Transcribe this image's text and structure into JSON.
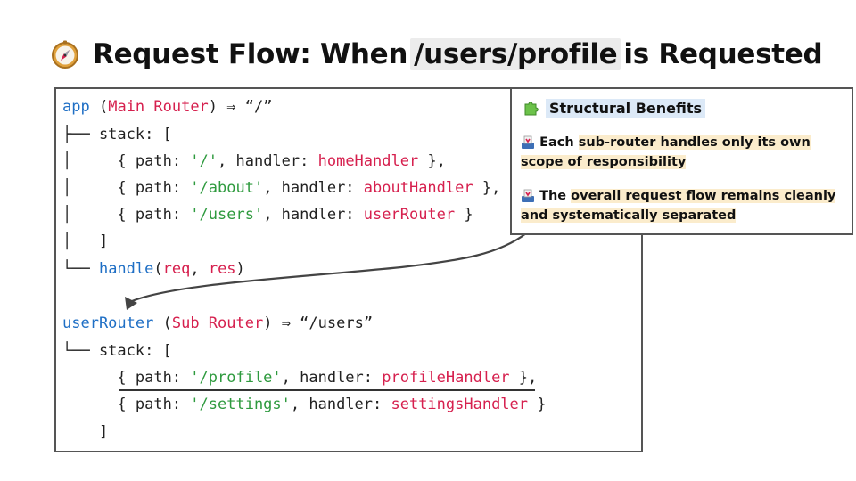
{
  "title": {
    "prefix": "Request Flow: When",
    "path": "/users/profile",
    "suffix": "is Requested",
    "icon": "compass-icon"
  },
  "code": {
    "app_line": {
      "name": "app",
      "paren_open": " (",
      "label": "Main Router",
      "paren_close": ")",
      "arrow": " ⇒ ",
      "route": "“/”"
    },
    "app_stack_open": "├── stack: [",
    "app_routes": [
      {
        "prefix": "│     { path: ",
        "path": "'/'",
        "mid": ", handler: ",
        "handler": "homeHandler",
        "suffix": " },"
      },
      {
        "prefix": "│     { path: ",
        "path": "'/about'",
        "mid": ", handler: ",
        "handler": "aboutHandler",
        "suffix": " },"
      },
      {
        "prefix": "│     { path: ",
        "path": "'/users'",
        "mid": ", handler: ",
        "handler": "userRouter",
        "suffix": " }"
      }
    ],
    "app_stack_close": "│   ]",
    "handle_line": {
      "prefix": "└── ",
      "fn": "handle",
      "paren_open": "(",
      "arg1": "req",
      "sep": ", ",
      "arg2": "res",
      "paren_close": ")"
    },
    "sub_line": {
      "name": "userRouter",
      "paren_open": " (",
      "label": "Sub Router",
      "paren_close": ")",
      "arrow": " ⇒ ",
      "route": "“/users”"
    },
    "sub_stack_open": "└── stack: [",
    "sub_routes": [
      {
        "prefix": "      { path: ",
        "path": "'/profile'",
        "mid": ", handler: ",
        "handler": "profileHandler",
        "suffix": " },"
      },
      {
        "prefix": "      { path: ",
        "path": "'/settings'",
        "mid": ", handler: ",
        "handler": "settingsHandler",
        "suffix": " }"
      }
    ],
    "sub_stack_close": "    ]"
  },
  "benefits": {
    "icon": "puzzle-piece-icon",
    "title": "Structural Benefits",
    "items": [
      {
        "icon": "inbox-tray-icon",
        "pre": "Each ",
        "hl1": "sub-router handles only its own",
        "hl2": "scope of responsibility"
      },
      {
        "icon": "inbox-tray-icon",
        "pre": "The ",
        "hl1": "overall request flow remains cleanly",
        "hl2": "and systematically separated"
      }
    ]
  },
  "colors": {
    "keyword_blue": "#1f6fc5",
    "label_red": "#d6204e",
    "string_green": "#2e9a3e",
    "title_highlight": "#ececec",
    "benefit_title_highlight": "#dce9f7",
    "benefit_text_highlight": "#fbeccc"
  }
}
